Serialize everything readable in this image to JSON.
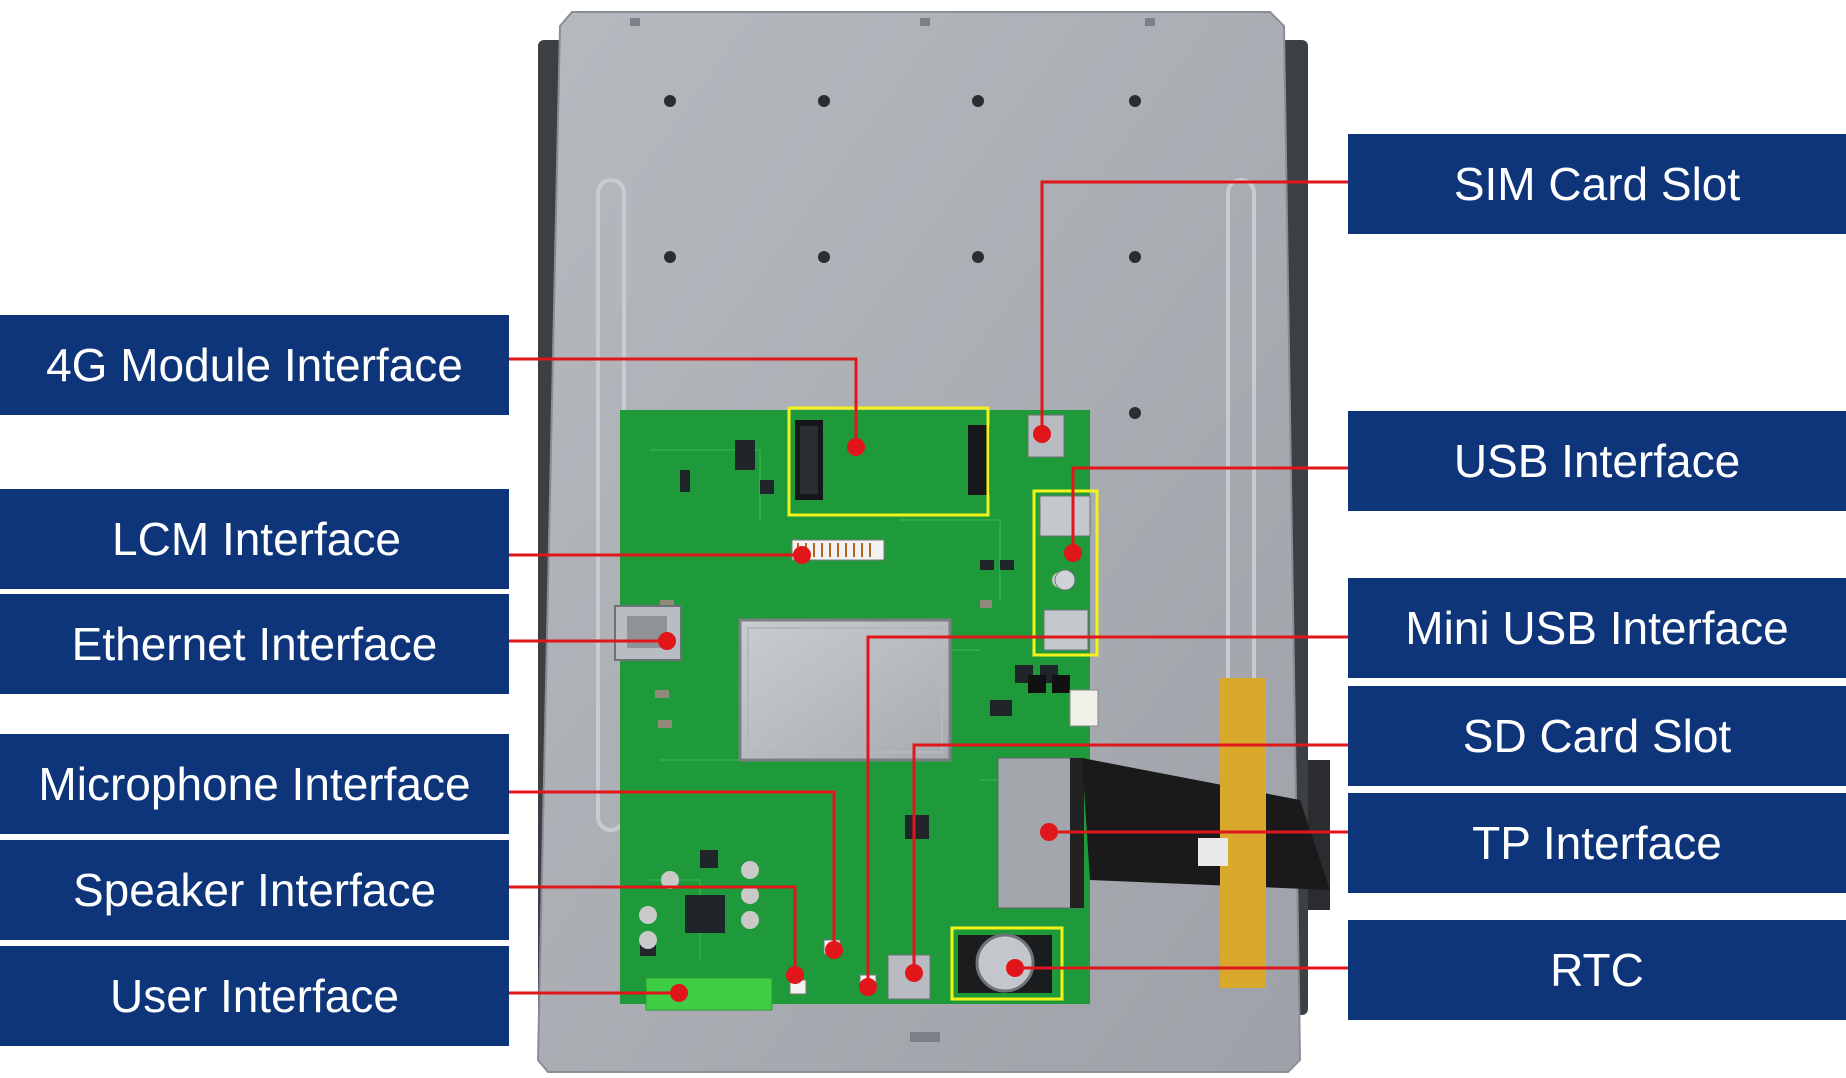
{
  "colors": {
    "label_background": "#0e357a",
    "label_text": "#ffffff",
    "callout_line": "#e0161b",
    "highlight_box": "#f2f21a",
    "pcb_green": "#1f9a3a",
    "panel_gray": "#a9adb3"
  },
  "labels": {
    "module_4g": "4G Module Interface",
    "lcm": "LCM Interface",
    "ethernet": "Ethernet Interface",
    "microphone": "Microphone Interface",
    "speaker": "Speaker Interface",
    "user": "User Interface",
    "sim": "SIM Card Slot",
    "usb": "USB Interface",
    "mini_usb": "Mini USB Interface",
    "sd": "SD Card Slot",
    "tp": "TP Interface",
    "rtc": "RTC"
  }
}
